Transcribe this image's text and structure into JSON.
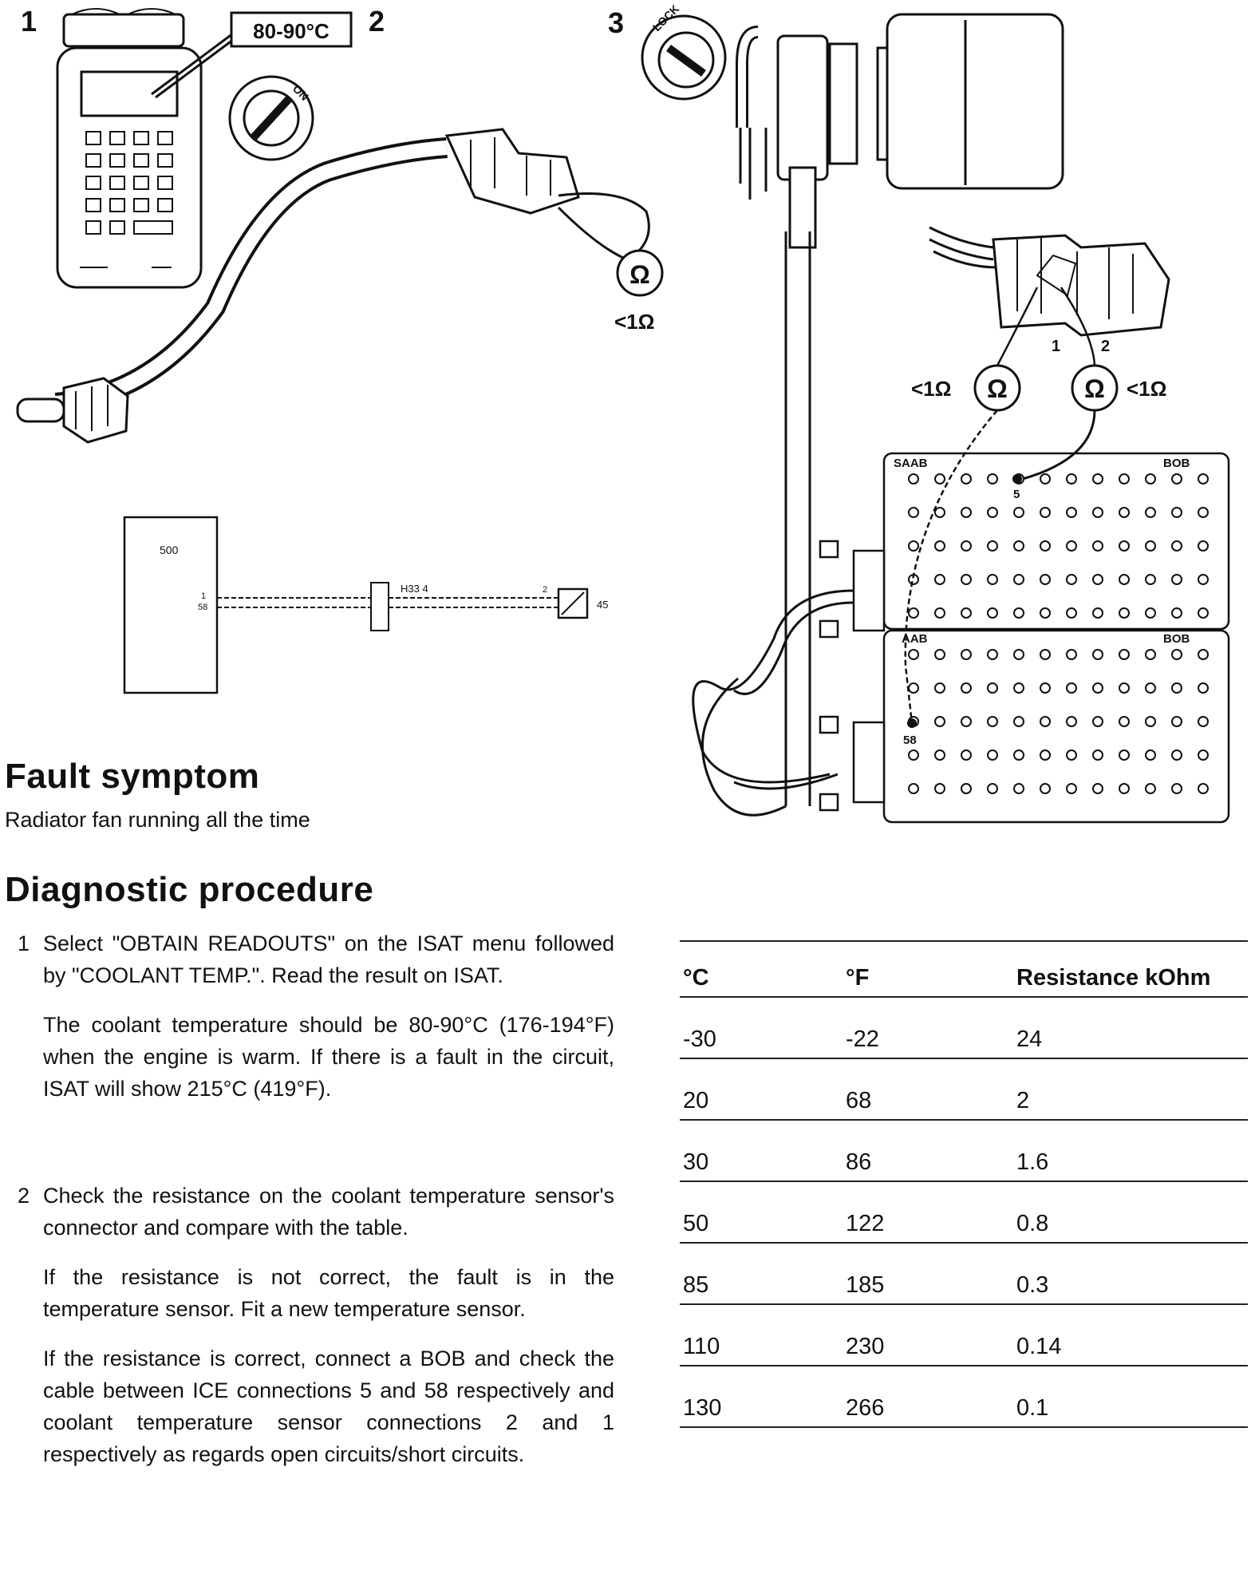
{
  "illustration": {
    "step_numbers": [
      "1",
      "2",
      "3"
    ],
    "isat_display": "80-90°C",
    "ignition_on_label": "ON",
    "ignition_lock_label": "LOCK",
    "ohm_symbol": "Ω",
    "resistance_reading": "<1Ω",
    "wiring": {
      "ecu_number": "500",
      "pin_top": "1",
      "pin_bottom": "58",
      "connector": "H33 4",
      "sensor_pin": "2",
      "sensor_number": "45"
    },
    "bob": {
      "label_top_left": "SAAB",
      "label_top_right": "BOB",
      "label_bottom_left": "AAB",
      "label_bottom_right": "BOB",
      "pin_a": "5",
      "pin_b": "58",
      "sensor_pin_1": "1",
      "sensor_pin_2": "2"
    }
  },
  "fault": {
    "heading": "Fault symptom",
    "text": "Radiator fan running all the time"
  },
  "procedure": {
    "heading": "Diagnostic procedure",
    "steps": [
      {
        "number": "1",
        "paragraphs": [
          "Select \"OBTAIN READOUTS\" on the ISAT menu followed by \"COOLANT TEMP.\". Read the result on ISAT.",
          "The coolant temperature should be 80-90°C (176-194°F) when the engine is warm. If there is a fault in the circuit, ISAT will show 215°C (419°F)."
        ]
      },
      {
        "number": "2",
        "paragraphs": [
          "Check the resistance on the coolant temperature sensor's connector and compare with the table.",
          "If the resistance is not correct, the fault is in the temperature sensor. Fit a new temperature sensor.",
          "If the resistance is correct, connect a BOB and check the cable between ICE connections 5 and 58 respectively and coolant temperature sensor connections 2 and 1 respectively as regards open circuits/short circuits."
        ]
      }
    ]
  },
  "table": {
    "headers": [
      "°C",
      "°F",
      "Resistance kOhm"
    ],
    "rows": [
      [
        "-30",
        "-22",
        "24"
      ],
      [
        "20",
        "68",
        "2"
      ],
      [
        "30",
        "86",
        "1.6"
      ],
      [
        "50",
        "122",
        "0.8"
      ],
      [
        "85",
        "185",
        "0.3"
      ],
      [
        "110",
        "230",
        "0.14"
      ],
      [
        "130",
        "266",
        "0.1"
      ]
    ]
  }
}
